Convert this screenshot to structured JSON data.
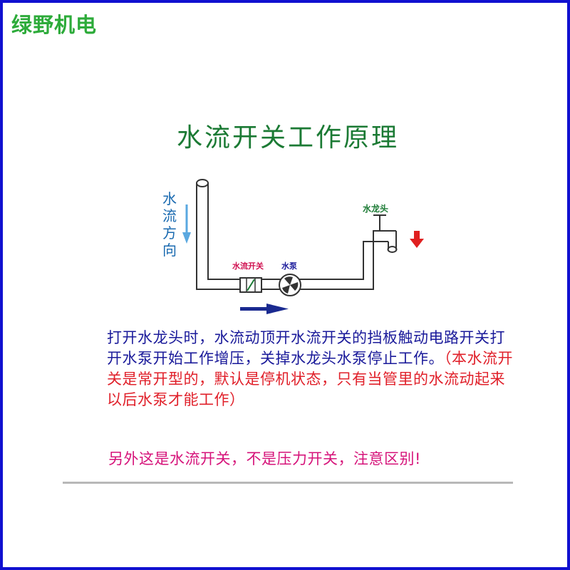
{
  "brand": {
    "name": "绿野机电"
  },
  "title": "水流开关工作原理",
  "diagram": {
    "flow_direction_label": "水流方向",
    "flow_switch_label": "水流开关",
    "pump_label": "水泵",
    "faucet_label": "水龙头",
    "colors": {
      "pipe": "#333333",
      "flow_arrow": "#5aa8e0",
      "faucet_arrow": "#e02020",
      "pump_arrow": "#1a2a90",
      "flow_switch_label": "#d01050",
      "pump_label": "#1a1a9a",
      "faucet_label": "#1b7a34"
    }
  },
  "description": {
    "main": "打开水龙头时，水流动顶开水流开关的挡板触动电路开关打开水泵开始工作增压，关掉水龙头水泵停止工作。",
    "note": "（本水流开关是常开型的，默认是停机状态，只有当管里的水流动起来以后水泵才能工作）"
  },
  "footer_note": "另外这是水流开关，不是压力开关，注意区别!"
}
